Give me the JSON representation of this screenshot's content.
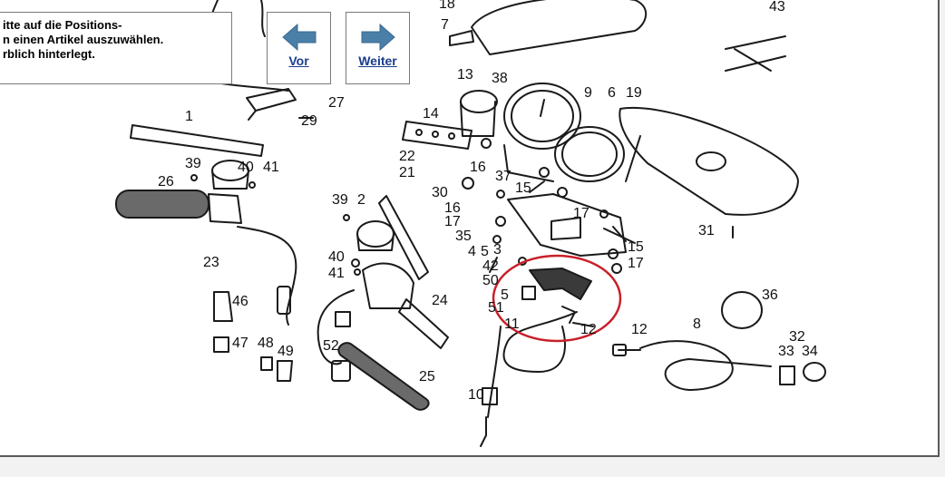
{
  "info": {
    "line1": "itte auf die Positions-",
    "line2": "n einen Artikel auszuwählen.",
    "line3": "rblich hinterlegt."
  },
  "nav": {
    "prev_label": "Vor",
    "next_label": "Weiter",
    "arrow_color": "#4a7fa8",
    "link_color": "#1a3c8c"
  },
  "highlight_color": "#c8202a",
  "callouts": [
    {
      "id": "18",
      "label": "18"
    },
    {
      "id": "7",
      "label": "7"
    },
    {
      "id": "43",
      "label": "43"
    },
    {
      "id": "13",
      "label": "13"
    },
    {
      "id": "38",
      "label": "38"
    },
    {
      "id": "9",
      "label": "9"
    },
    {
      "id": "6",
      "label": "6"
    },
    {
      "id": "19",
      "label": "19"
    },
    {
      "id": "27",
      "label": "27"
    },
    {
      "id": "29",
      "label": "29"
    },
    {
      "id": "1",
      "label": "1"
    },
    {
      "id": "14",
      "label": "14"
    },
    {
      "id": "16a",
      "label": "16"
    },
    {
      "id": "22",
      "label": "22"
    },
    {
      "id": "21",
      "label": "21"
    },
    {
      "id": "39a",
      "label": "39"
    },
    {
      "id": "40a",
      "label": "40"
    },
    {
      "id": "41a",
      "label": "41"
    },
    {
      "id": "26",
      "label": "26"
    },
    {
      "id": "37",
      "label": "37"
    },
    {
      "id": "15a",
      "label": "15"
    },
    {
      "id": "30",
      "label": "30"
    },
    {
      "id": "39b",
      "label": "39"
    },
    {
      "id": "2",
      "label": "2"
    },
    {
      "id": "16b",
      "label": "16"
    },
    {
      "id": "17a",
      "label": "17"
    },
    {
      "id": "17b",
      "label": "17"
    },
    {
      "id": "31",
      "label": "31"
    },
    {
      "id": "35",
      "label": "35"
    },
    {
      "id": "3",
      "label": "3"
    },
    {
      "id": "4",
      "label": "4"
    },
    {
      "id": "5a",
      "label": "5"
    },
    {
      "id": "23",
      "label": "23"
    },
    {
      "id": "40b",
      "label": "40"
    },
    {
      "id": "41b",
      "label": "41"
    },
    {
      "id": "42",
      "label": "42"
    },
    {
      "id": "50",
      "label": "50"
    },
    {
      "id": "15b",
      "label": "15"
    },
    {
      "id": "17c",
      "label": "17"
    },
    {
      "id": "5b",
      "label": "5"
    },
    {
      "id": "46",
      "label": "46"
    },
    {
      "id": "24",
      "label": "24"
    },
    {
      "id": "51",
      "label": "51"
    },
    {
      "id": "36",
      "label": "36"
    },
    {
      "id": "11",
      "label": "11"
    },
    {
      "id": "12a",
      "label": "12"
    },
    {
      "id": "12b",
      "label": "12"
    },
    {
      "id": "8",
      "label": "8"
    },
    {
      "id": "52",
      "label": "52"
    },
    {
      "id": "47",
      "label": "47"
    },
    {
      "id": "48",
      "label": "48"
    },
    {
      "id": "49",
      "label": "49"
    },
    {
      "id": "32",
      "label": "32"
    },
    {
      "id": "33",
      "label": "33"
    },
    {
      "id": "34",
      "label": "34"
    },
    {
      "id": "25",
      "label": "25"
    },
    {
      "id": "10",
      "label": "10"
    }
  ]
}
